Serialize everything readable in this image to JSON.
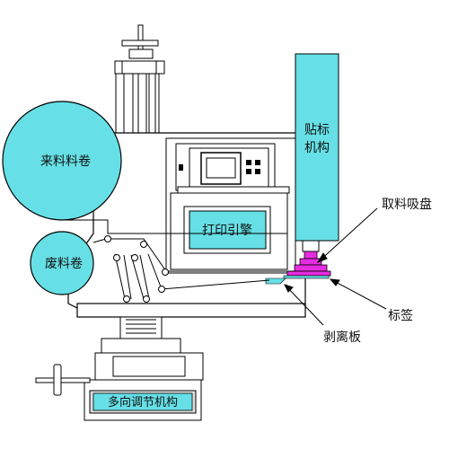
{
  "labels": {
    "supply_roll": "来料料卷",
    "waste_roll": "废料卷",
    "print_engine": "打印引擎",
    "label_mech_line1": "贴标",
    "label_mech_line2": "机构",
    "suction_cup": "取料吸盘",
    "label": "标签",
    "peel_plate": "剥离板",
    "multi_adjust": "多向调节机构"
  },
  "colors": {
    "cyan_fill": "#66e0e6",
    "magenta": "#e62ce0",
    "stroke": "#000000",
    "grey": "#dcdcdc"
  }
}
